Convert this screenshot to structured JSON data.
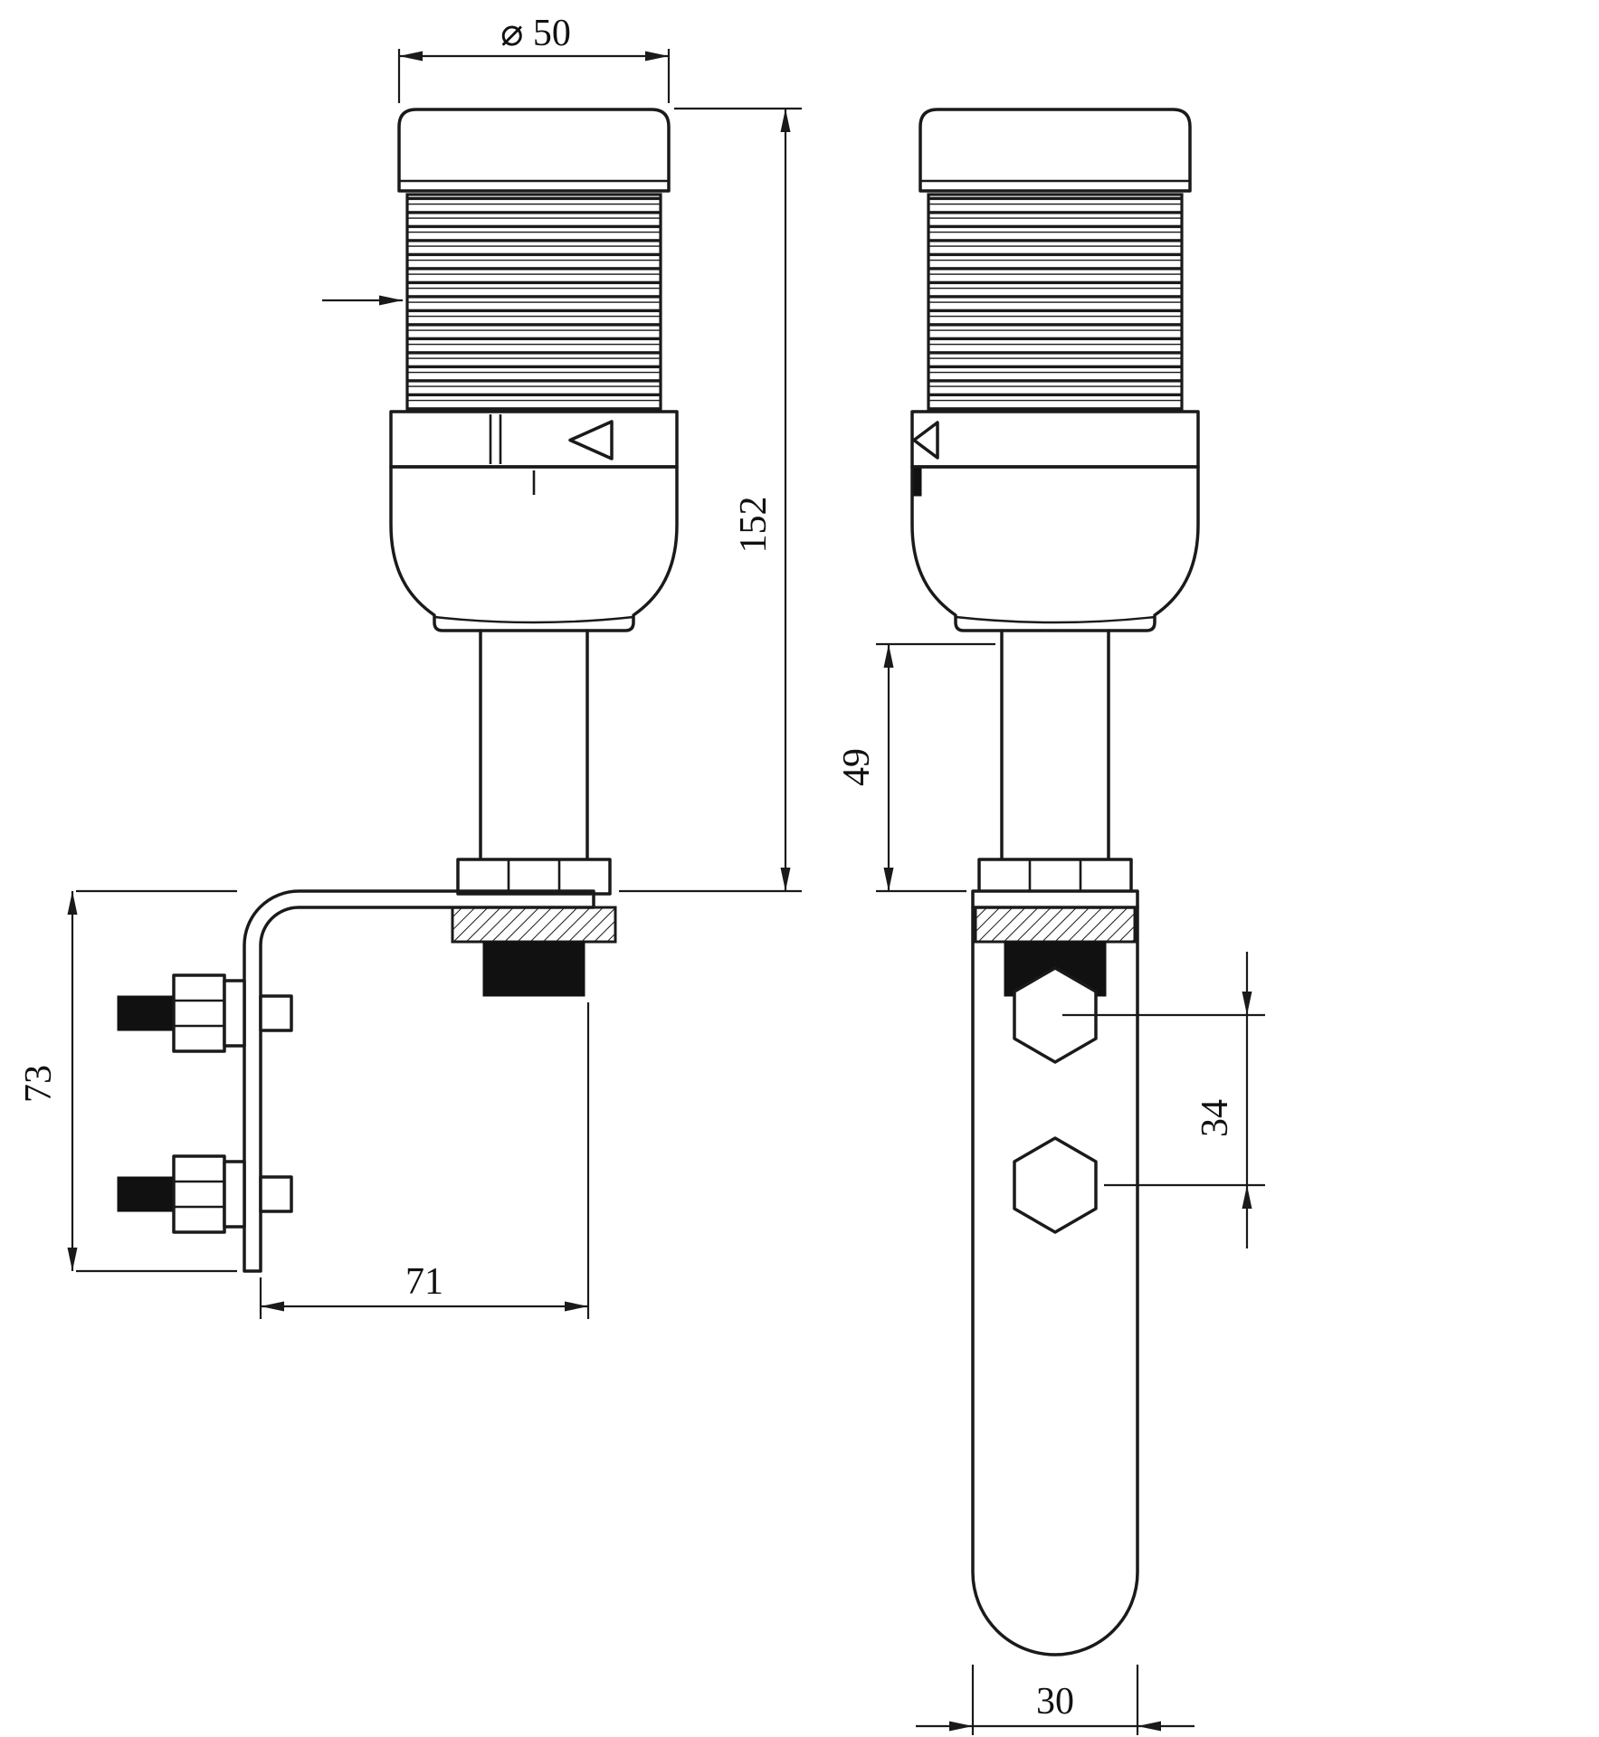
{
  "dimensions": {
    "diameter": "⌀ 50",
    "total_height": "152",
    "pole_height": "49",
    "bracket_height": "73",
    "bracket_length": "71",
    "bolt_spacing": "34",
    "bracket_width": "30"
  }
}
